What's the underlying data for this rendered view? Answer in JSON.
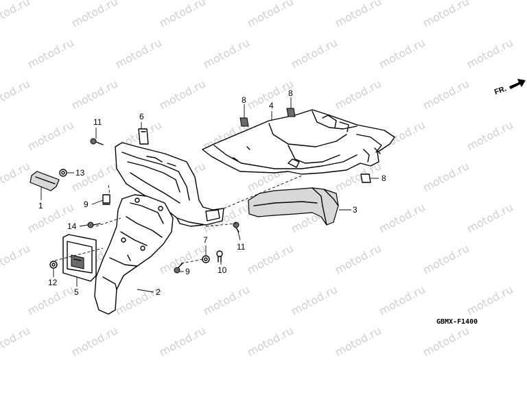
{
  "watermark": "motod.ru",
  "direction_label": "FR.",
  "diagram_code": "GBMX-F1400",
  "callouts": [
    "1",
    "2",
    "3",
    "4",
    "5",
    "6",
    "7",
    "8",
    "8",
    "8",
    "9",
    "9",
    "10",
    "11",
    "11",
    "12",
    "13",
    "14"
  ]
}
